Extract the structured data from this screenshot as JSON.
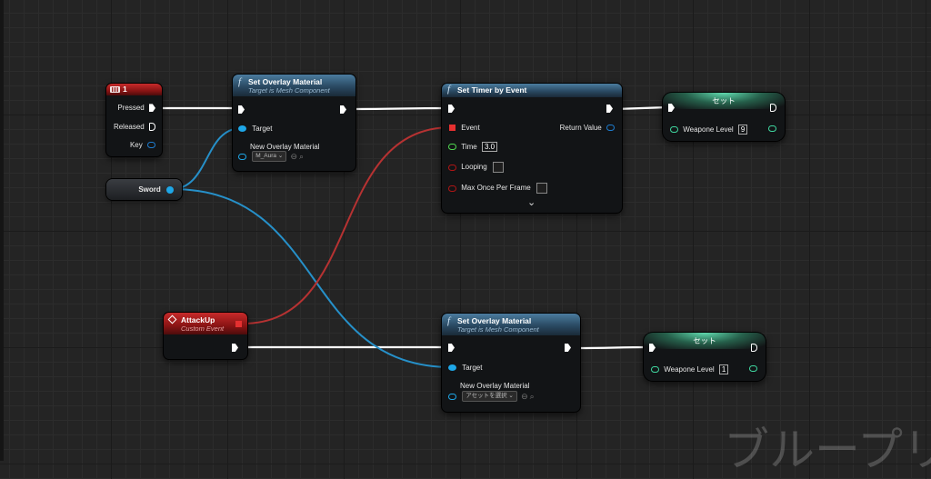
{
  "colors": {
    "exec": "#ffffff",
    "object_ref": "#1ea7e8",
    "delegate": "#e53030",
    "float": "#50d850",
    "integer": "#3fd8a0",
    "bool": "#9b1010",
    "wire_object": "#2690c9",
    "wire_delegate": "#b63232",
    "function_header": "#3b6585",
    "event_header": "#9f1c1c",
    "setter_header": "#3fbf91"
  },
  "key_event": {
    "title": "1",
    "icon": "keyboard-icon",
    "pins": {
      "pressed": "Pressed",
      "released": "Released",
      "key": "Key"
    }
  },
  "sword_var": {
    "label": "Sword"
  },
  "overlay_top": {
    "title": "Set Overlay Material",
    "subtitle": "Target is Mesh Component",
    "target": "Target",
    "material_label": "New Overlay Material",
    "material_value": "M_Aura"
  },
  "timer": {
    "title": "Set Timer by Event",
    "event": "Event",
    "return_value": "Return Value",
    "time": "Time",
    "time_value": "3.0",
    "looping": "Looping",
    "max_once": "Max Once Per Frame",
    "expand": "⌄"
  },
  "set_top": {
    "title": "セット",
    "label": "Weapone Level",
    "value": "9"
  },
  "attack_event": {
    "title": "AttackUp",
    "subtitle": "Custom Event"
  },
  "overlay_bottom": {
    "title": "Set Overlay Material",
    "subtitle": "Target is Mesh Component",
    "target": "Target",
    "material_label": "New Overlay Material",
    "material_value": "アセットを選択"
  },
  "set_bottom": {
    "title": "セット",
    "label": "Weapone Level",
    "value": "1"
  },
  "watermark": "ブループリ"
}
